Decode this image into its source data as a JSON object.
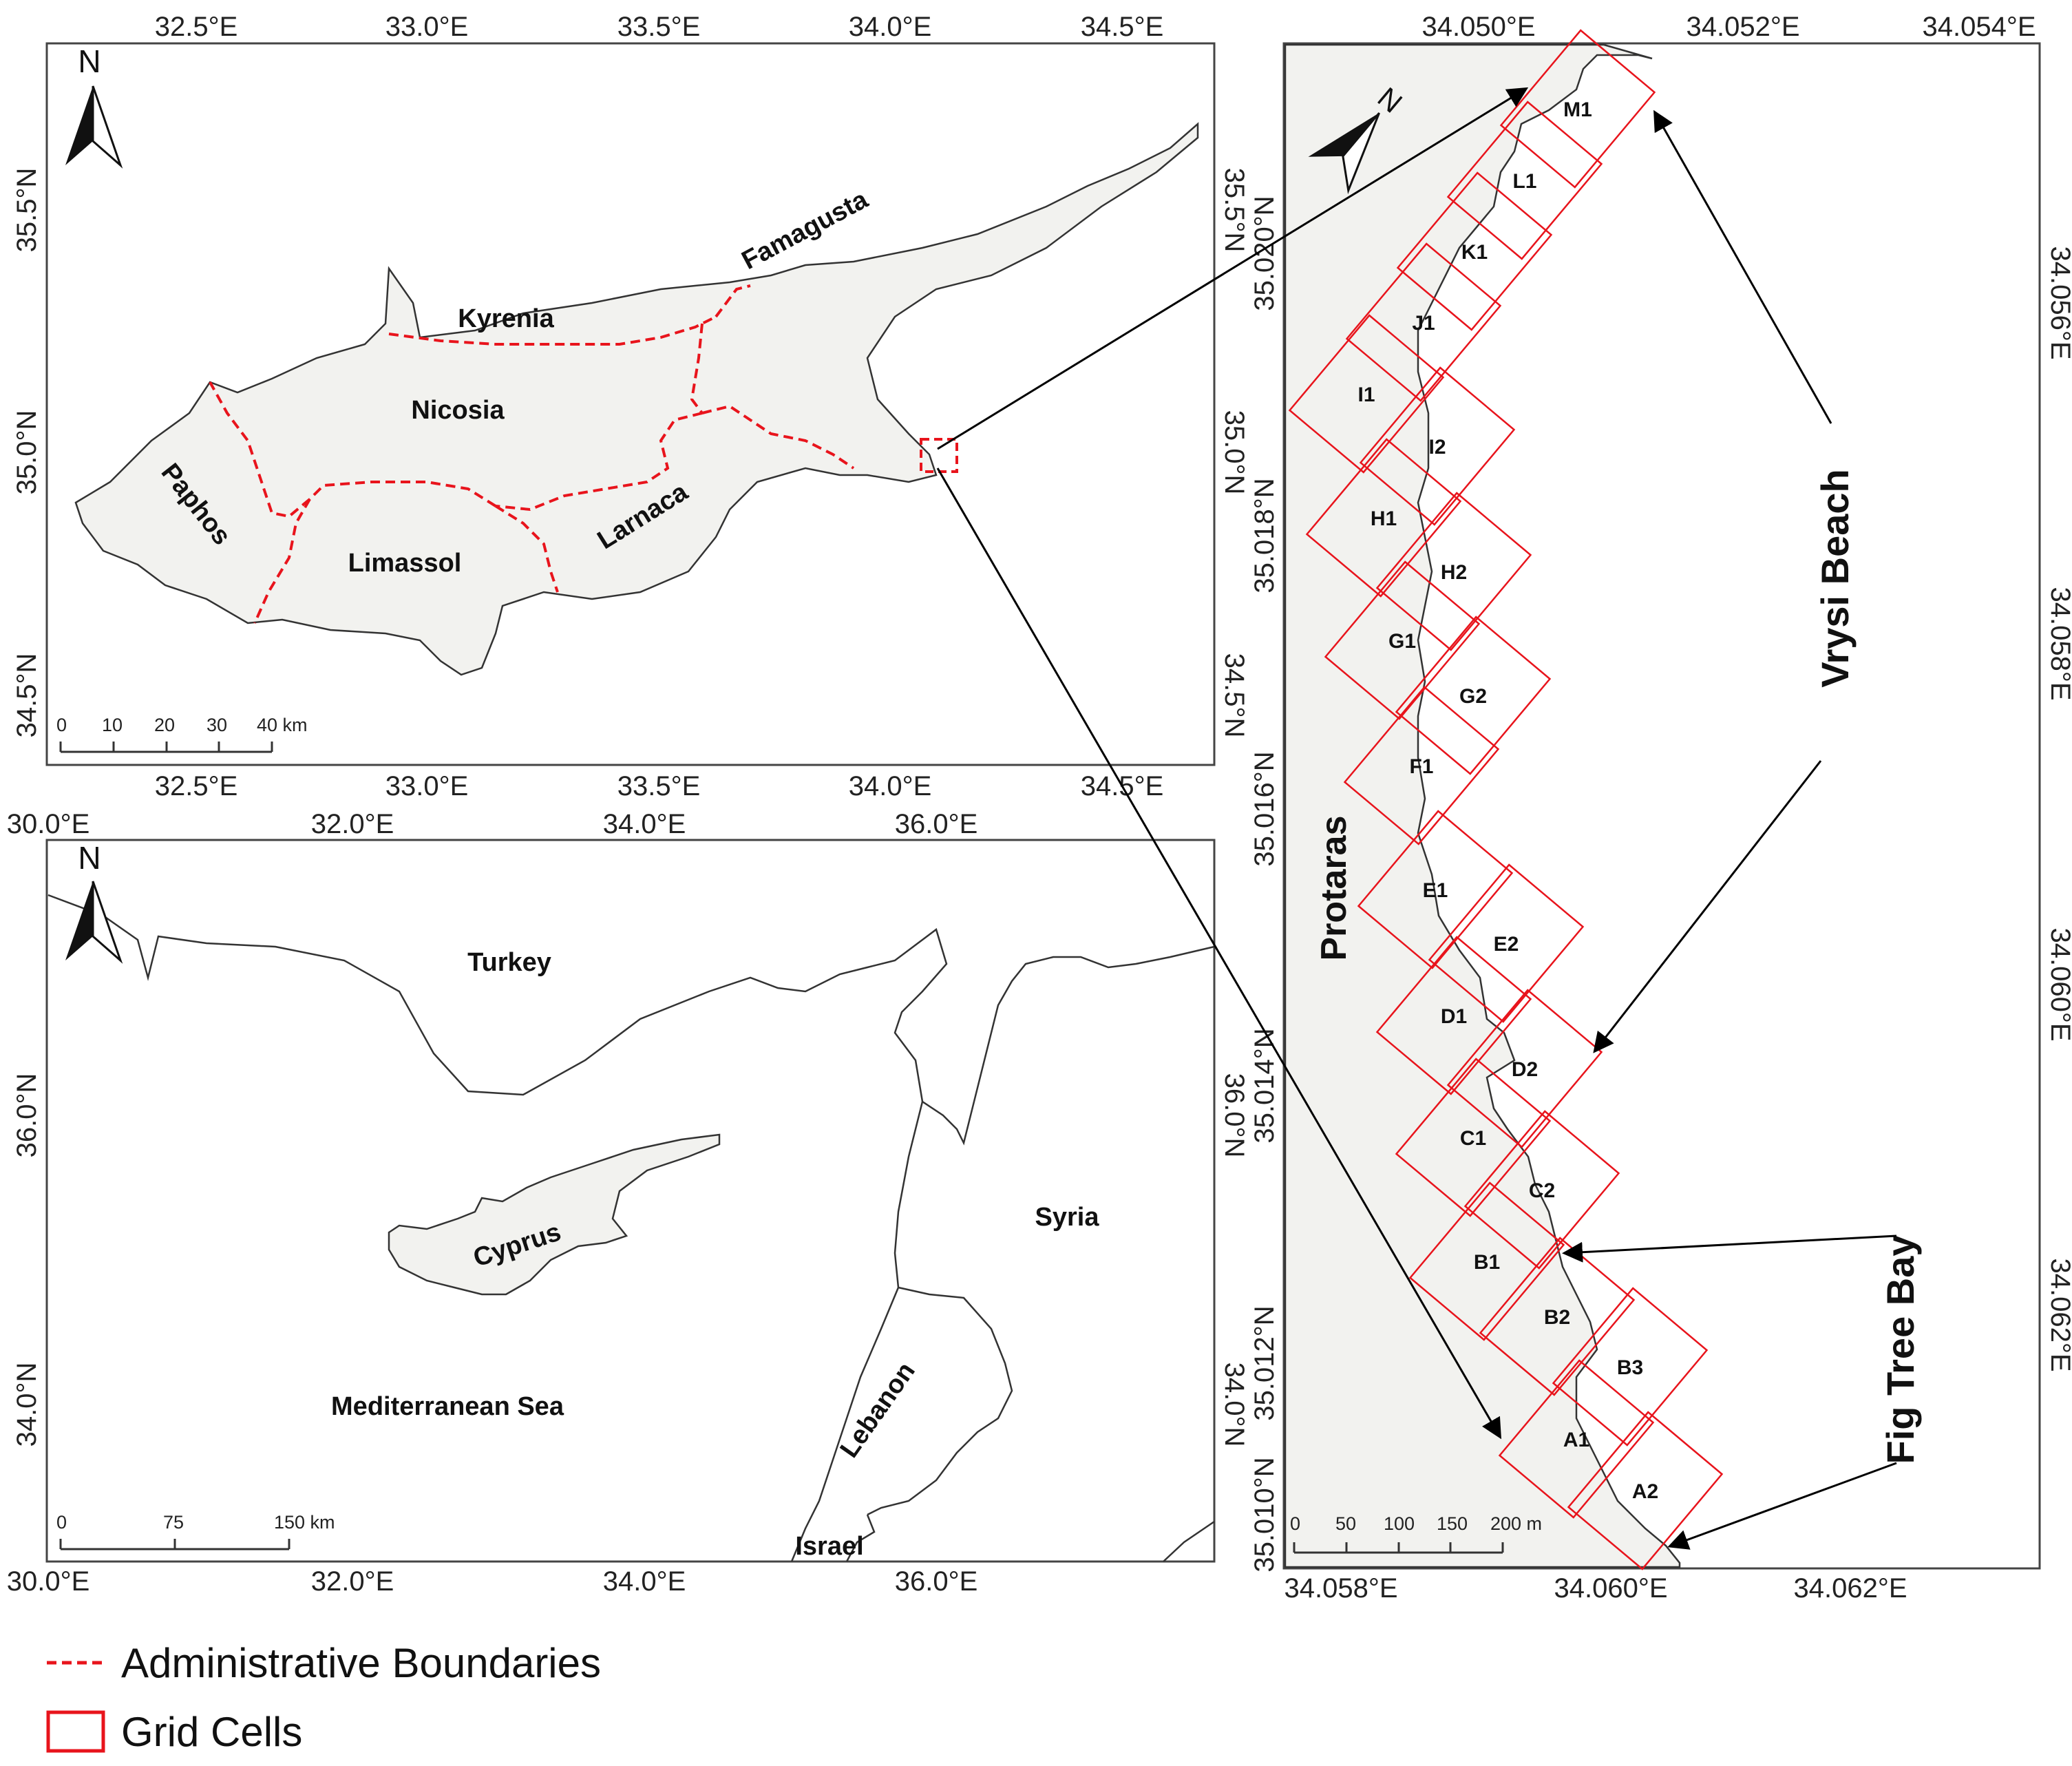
{
  "top_map": {
    "lon_ticks": [
      "32.5°E",
      "33.0°E",
      "33.5°E",
      "34.0°E",
      "34.5°E"
    ],
    "lat_ticks": [
      "34.5°N",
      "35.0°N",
      "35.5°N"
    ],
    "districts": [
      "Kyrenia",
      "Famagusta",
      "Nicosia",
      "Paphos",
      "Limassol",
      "Larnaca"
    ],
    "north": "N",
    "scale": [
      "0",
      "10",
      "20",
      "30",
      "40 km"
    ]
  },
  "bottom_map": {
    "lon_ticks": [
      "30.0°E",
      "32.0°E",
      "34.0°E",
      "36.0°E"
    ],
    "lat_ticks": [
      "34.0°N",
      "36.0°N"
    ],
    "countries": [
      "Turkey",
      "Cyprus",
      "Syria",
      "Lebanon",
      "Israel"
    ],
    "sea": "Mediterranean Sea",
    "north": "N",
    "scale": [
      "0",
      "75",
      "150 km"
    ]
  },
  "right_map": {
    "top_lon_ticks": [
      "34.050°E",
      "34.052°E",
      "34.054°E"
    ],
    "bottom_lon_ticks": [
      "34.058°E",
      "34.060°E",
      "34.062°E"
    ],
    "left_lat_ticks": [
      "35.020°N",
      "35.018°N",
      "35.016°N",
      "35.014°N",
      "35.012°N",
      "35.010°N"
    ],
    "right_lat_ticks": [
      "34.056°E",
      "34.058°E",
      "34.060°E",
      "34.062°E"
    ],
    "place_label": "Protaras",
    "beach_labels": [
      "Vrysi Beach",
      "Fig Tree Bay"
    ],
    "north": "N",
    "scale": [
      "0",
      "50",
      "100",
      "150",
      "200 m"
    ],
    "grid_cells": [
      "M1",
      "L1",
      "K1",
      "J1",
      "I1",
      "I2",
      "H1",
      "H2",
      "G1",
      "G2",
      "F1",
      "E1",
      "E2",
      "D1",
      "D2",
      "C1",
      "C2",
      "B1",
      "B2",
      "B3",
      "A1",
      "A2"
    ]
  },
  "legend": {
    "items": [
      {
        "label": "Administrative Boundaries",
        "color": "#e8141c"
      },
      {
        "label": "Grid Cells",
        "color": "#e8141c"
      }
    ]
  }
}
